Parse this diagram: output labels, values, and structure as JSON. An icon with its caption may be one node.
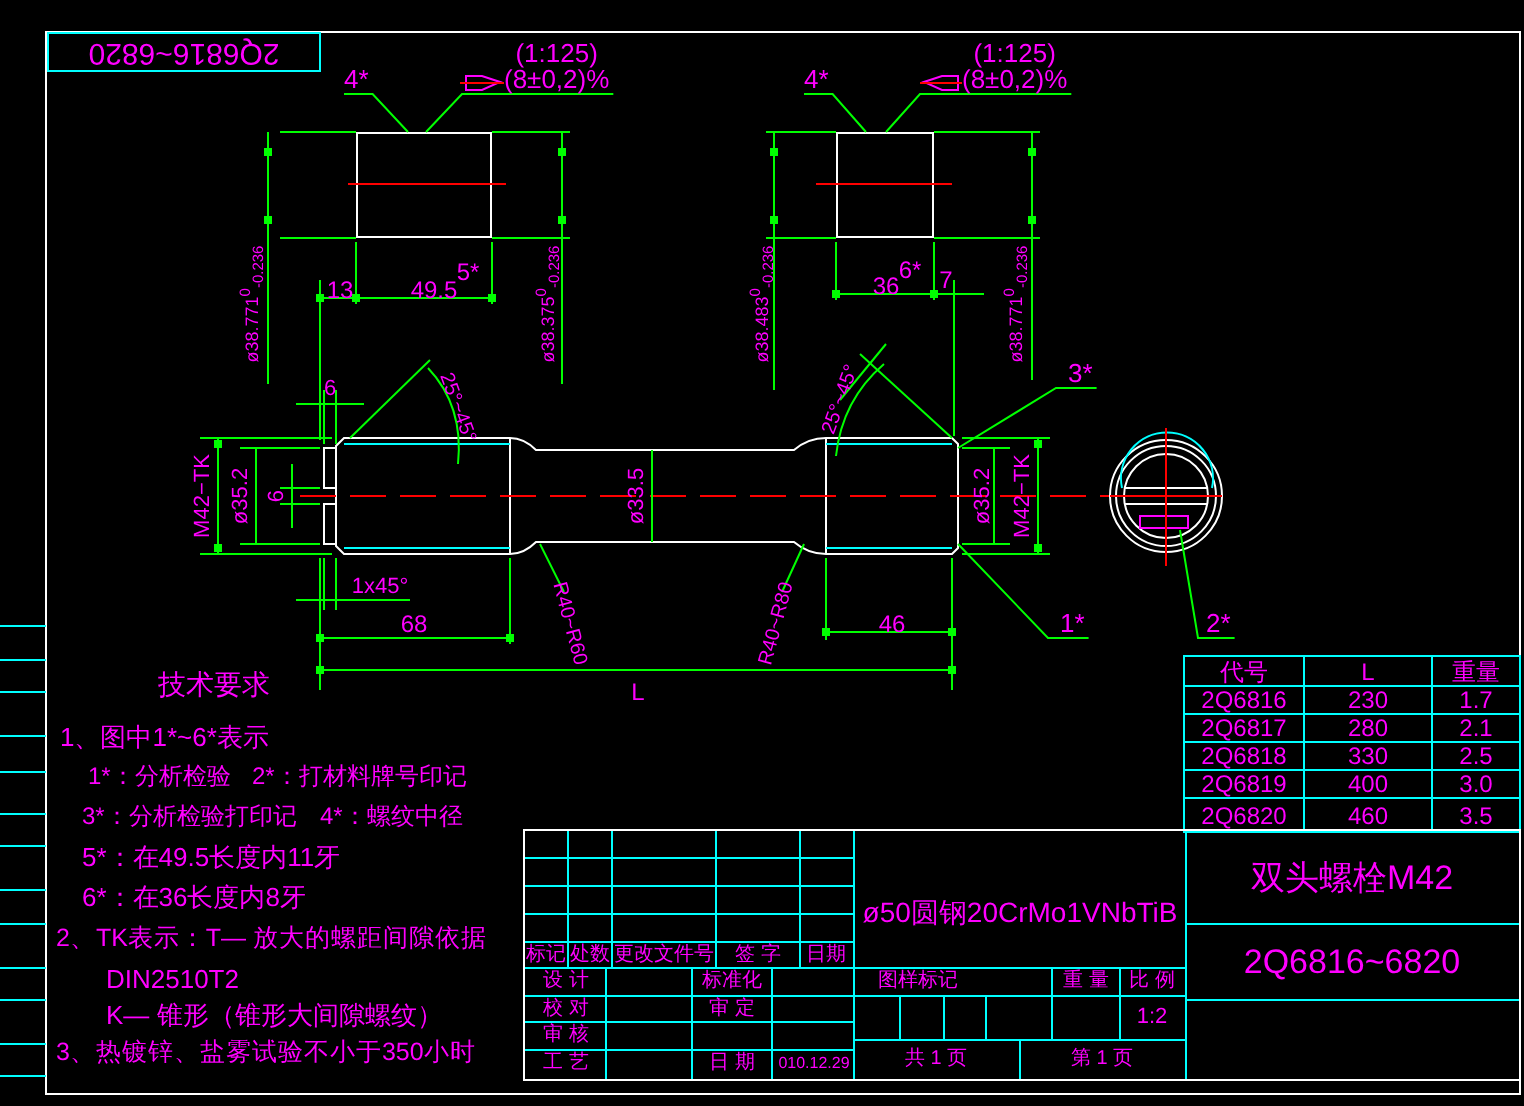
{
  "diagram": {
    "nodes": [
      {
        "text": [
          "4*"
        ]
      },
      {
        "text": [
          "(1:125)",
          "(8±0,2)%"
        ]
      },
      {
        "text": [
          "4*"
        ]
      },
      {
        "text": [
          "(1:125)",
          "(8±0,2)%"
        ]
      },
      {
        "text": [
          "3*"
        ]
      },
      {
        "text": [
          "1*"
        ]
      },
      {
        "text": [
          "2*"
        ]
      },
      {
        "text": [],
        "shape": "box"
      },
      {
        "text": [],
        "shape": "box"
      },
      {
        "text": [],
        "shape": "picture"
      }
    ],
    "edges": [
      {
        "from": 0,
        "to": 7,
        "arrow": "none"
      },
      {
        "from": 1,
        "to": 7,
        "arrow": "none"
      },
      {
        "from": 2,
        "to": 8,
        "arrow": "none"
      },
      {
        "from": 3,
        "to": 8,
        "arrow": "none"
      },
      {
        "from": 4,
        "to": 9,
        "arrow": "none"
      },
      {
        "from": 5,
        "to": 9,
        "arrow": "none"
      },
      {
        "from": 6,
        "to": null,
        "arrow": "none"
      }
    ],
    "labels": [
      "2Q6816~6820",
      "13",
      "49.5",
      "5*",
      "ø38.771$^{0}$$_{-0.236}$",
      "ø38.375$^{0}$$_{-0.236}$",
      "36",
      "6*",
      "7",
      "ø38.483$^{0}$$_{-0.236}$",
      "ø38.771$^{0}$$_{-0.236}$",
      "25°~45°",
      "25°~45°",
      "6",
      "M42−TK",
      "ø35.2",
      "6",
      "ø33.5",
      "ø35.2",
      "M42−TK",
      "1x45°",
      "68",
      "R40~R60",
      "R40~R80",
      "46",
      "L",
      "技术要求",
      "1、图中1*~6*表示",
      "1*：分析检验",
      "2*：打材料牌号印记",
      "3*：分析检验打印记",
      "4*：螺纹中径",
      "5*：在49.5长度内11牙",
      "6*：在36长度内8牙",
      "2、TK表示：T— 放大的螺距间隙依据",
      "DIN2510T2",
      "K— 锥形（锥形大间隙螺纹）",
      "3、热镀锌、盐雾试验不小于350小时",
      "代号",
      "L",
      "重量",
      "2Q6816",
      "230",
      "1.7",
      "2Q6817",
      "280",
      "2.1",
      "2Q6818",
      "330",
      "2.5",
      "2Q6819",
      "400",
      "3.0",
      "2Q6820",
      "460",
      "3.5",
      "ø50圆钢20CrMo1VNbTiB",
      "标记",
      "处数",
      "更改文件号",
      "签 字",
      "日期",
      "设 计",
      "标准化",
      "图样标记",
      "重 量",
      "比 例",
      "校 对",
      "审 定",
      "1:2",
      "审 核",
      "工 艺",
      "日 期",
      "010.12.29",
      "共 1 页",
      "第 1 页",
      "双头螺栓M42",
      "2Q6816~6820"
    ]
  }
}
